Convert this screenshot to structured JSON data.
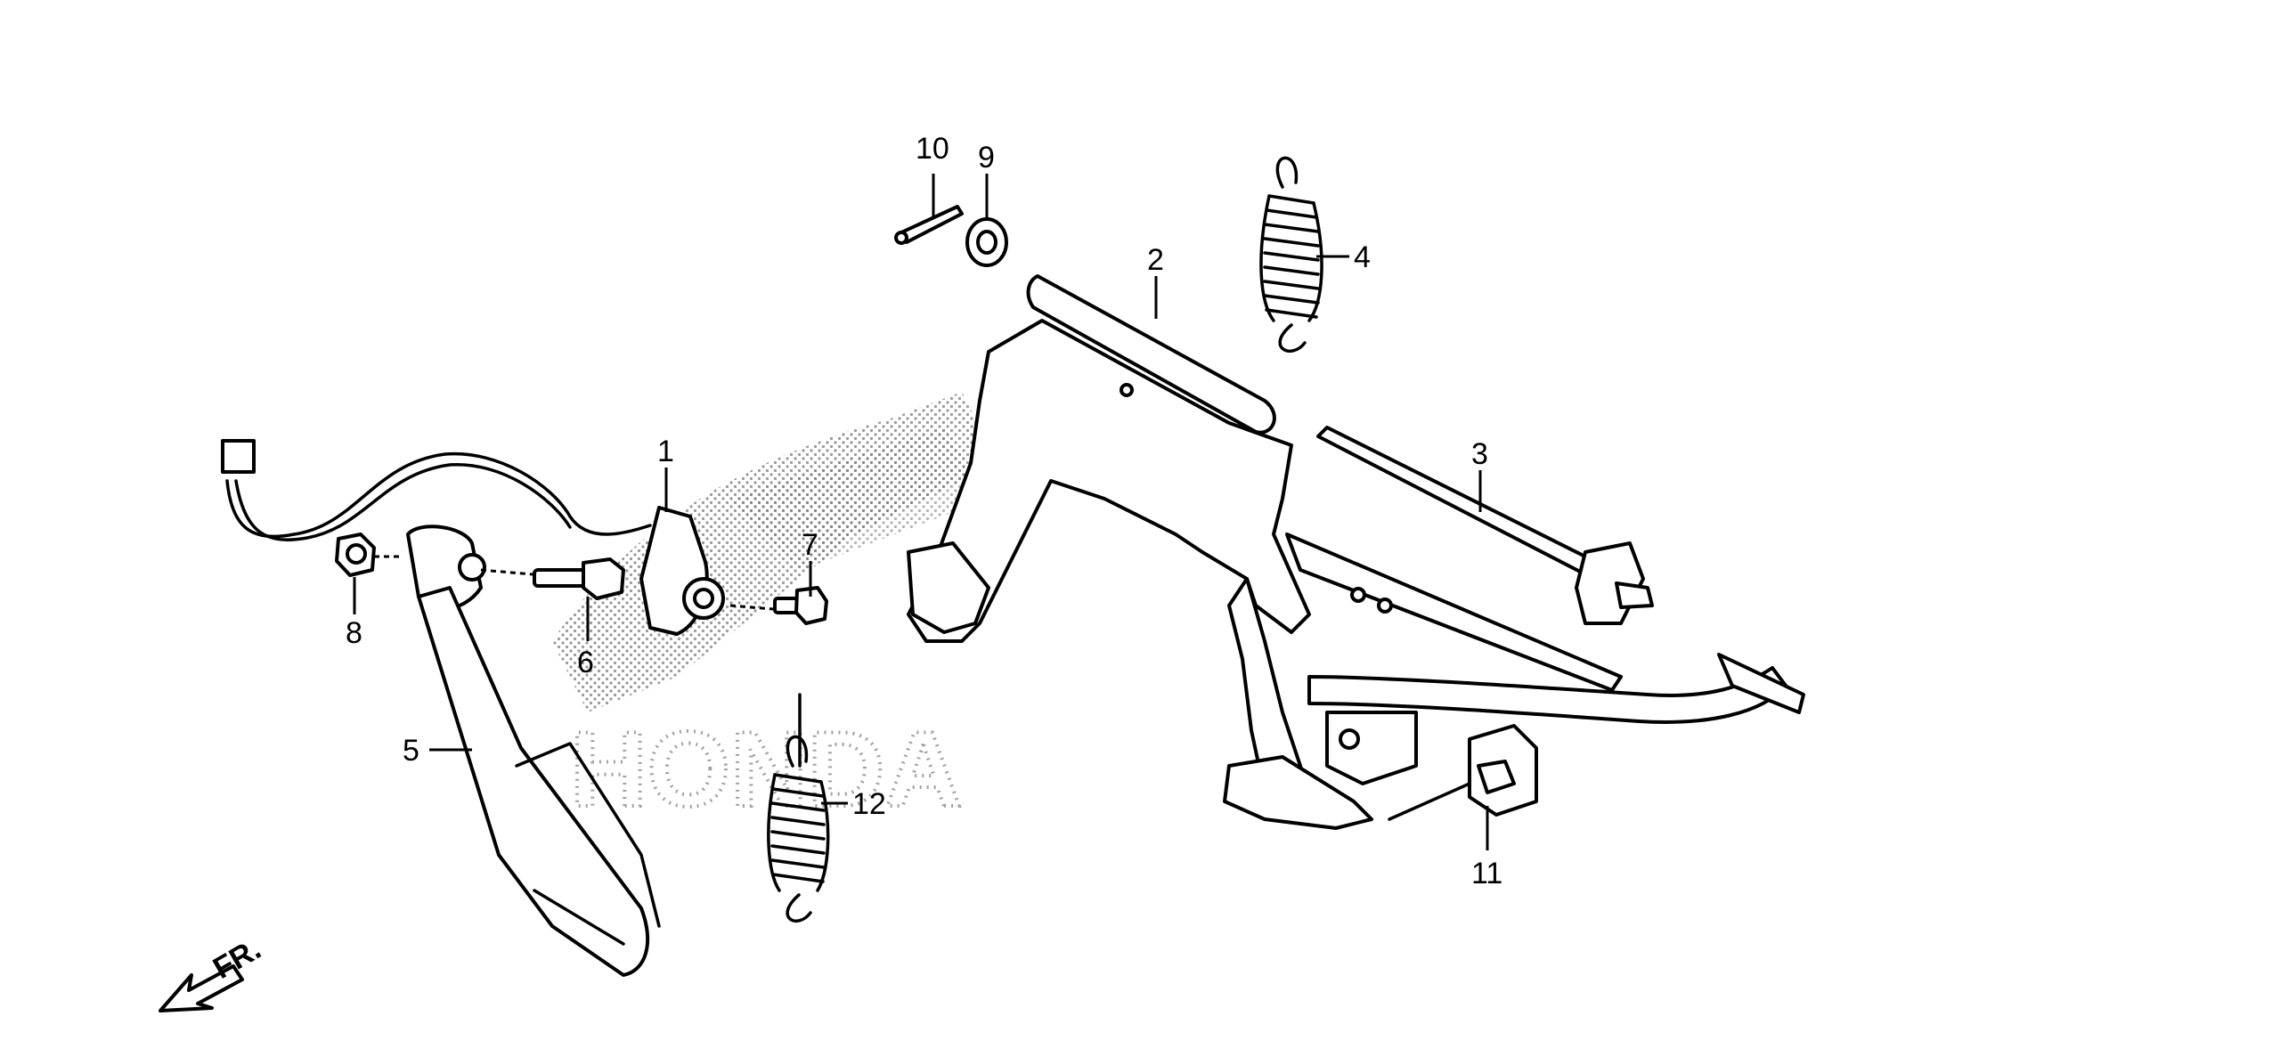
{
  "diagram": {
    "watermark_text": "HONDA",
    "direction_label": "FR.",
    "callouts": [
      {
        "id": "c1",
        "label": "1"
      },
      {
        "id": "c2",
        "label": "2"
      },
      {
        "id": "c3",
        "label": "3"
      },
      {
        "id": "c4",
        "label": "4"
      },
      {
        "id": "c5",
        "label": "5"
      },
      {
        "id": "c6",
        "label": "6"
      },
      {
        "id": "c7",
        "label": "7"
      },
      {
        "id": "c8",
        "label": "8"
      },
      {
        "id": "c9",
        "label": "9"
      },
      {
        "id": "c10",
        "label": "10"
      },
      {
        "id": "c11",
        "label": "11"
      },
      {
        "id": "c12",
        "label": "12"
      }
    ]
  }
}
